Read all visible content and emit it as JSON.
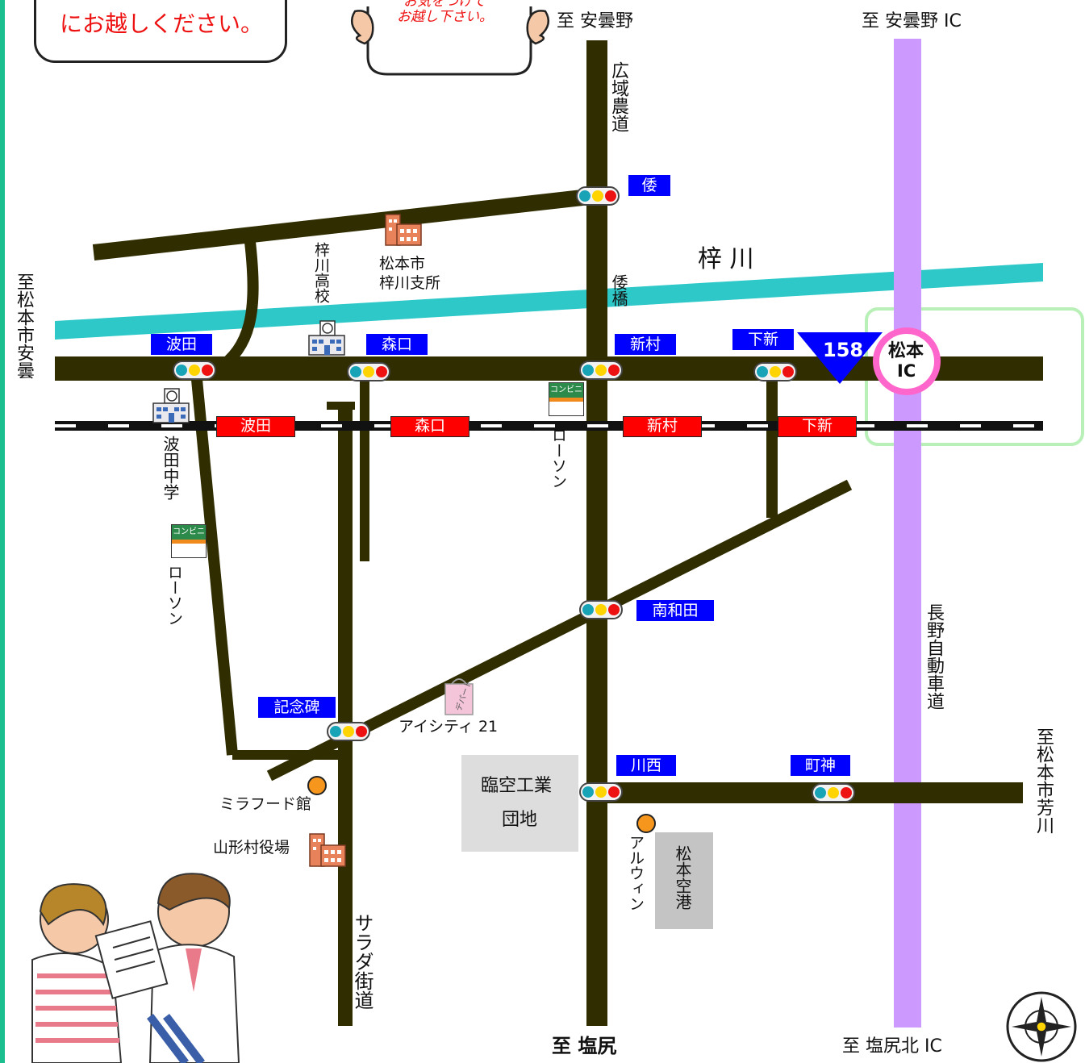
{
  "notice": {
    "line1": "にお越しください。",
    "sign_line1": "お気をつけて",
    "sign_line2": "お越し下さい。"
  },
  "directions": {
    "top_azumino": "至 安曇野",
    "top_azumino_ic": "至 安曇野 IC",
    "bottom_shiojiri": "至 塩尻",
    "bottom_shiojiri_kita_ic": "至 塩尻北 IC",
    "left_azumi": "至松本市安曇",
    "right_yoshikawa": "至松本市芳川"
  },
  "roads": {
    "koiki_nodo": "広域農道",
    "nagano_expressway": "長野自動車道",
    "salad_kaido": "サラダ街道",
    "route_number": "158"
  },
  "river": {
    "name": "梓 川",
    "bridge": "倭橋"
  },
  "intersections": [
    "倭",
    "波田",
    "森口",
    "新村",
    "下新",
    "南和田",
    "記念碑",
    "川西",
    "町神"
  ],
  "stations": [
    "波田",
    "森口",
    "新村",
    "下新"
  ],
  "interchange": {
    "line1": "松本",
    "line2": "IC"
  },
  "landmarks": {
    "branch_office_line1": "松本市",
    "branch_office_line2": "梓川支所",
    "azusagawa_high": "梓川高校",
    "hata_junior_high": "波田中学",
    "lawson": "ローソン",
    "convenience_sign": "コンビニ",
    "icity": "アイシティ 21",
    "dept_store_sign": "デパート",
    "mirafood": "ミラフード館",
    "yamagata_office": "山形村役場",
    "industrial_park_line1": "臨空工業",
    "industrial_park_line2": "団地",
    "alwin": "アルウィン",
    "airport": "松本空港"
  },
  "colors": {
    "road": "#302d00",
    "river": "#2ec8c8",
    "expressway": "#cc99ff",
    "intersection_label": "#0000ff",
    "station_label": "#ff0000",
    "ic_circle": "#ff66cc",
    "ic_highlight": "#b8f0b8",
    "left_border": "#1bbf8f"
  },
  "icons": [
    "traffic-signal-icon",
    "building-icon",
    "school-icon",
    "convenience-store-icon",
    "department-store-icon",
    "compass-icon"
  ]
}
